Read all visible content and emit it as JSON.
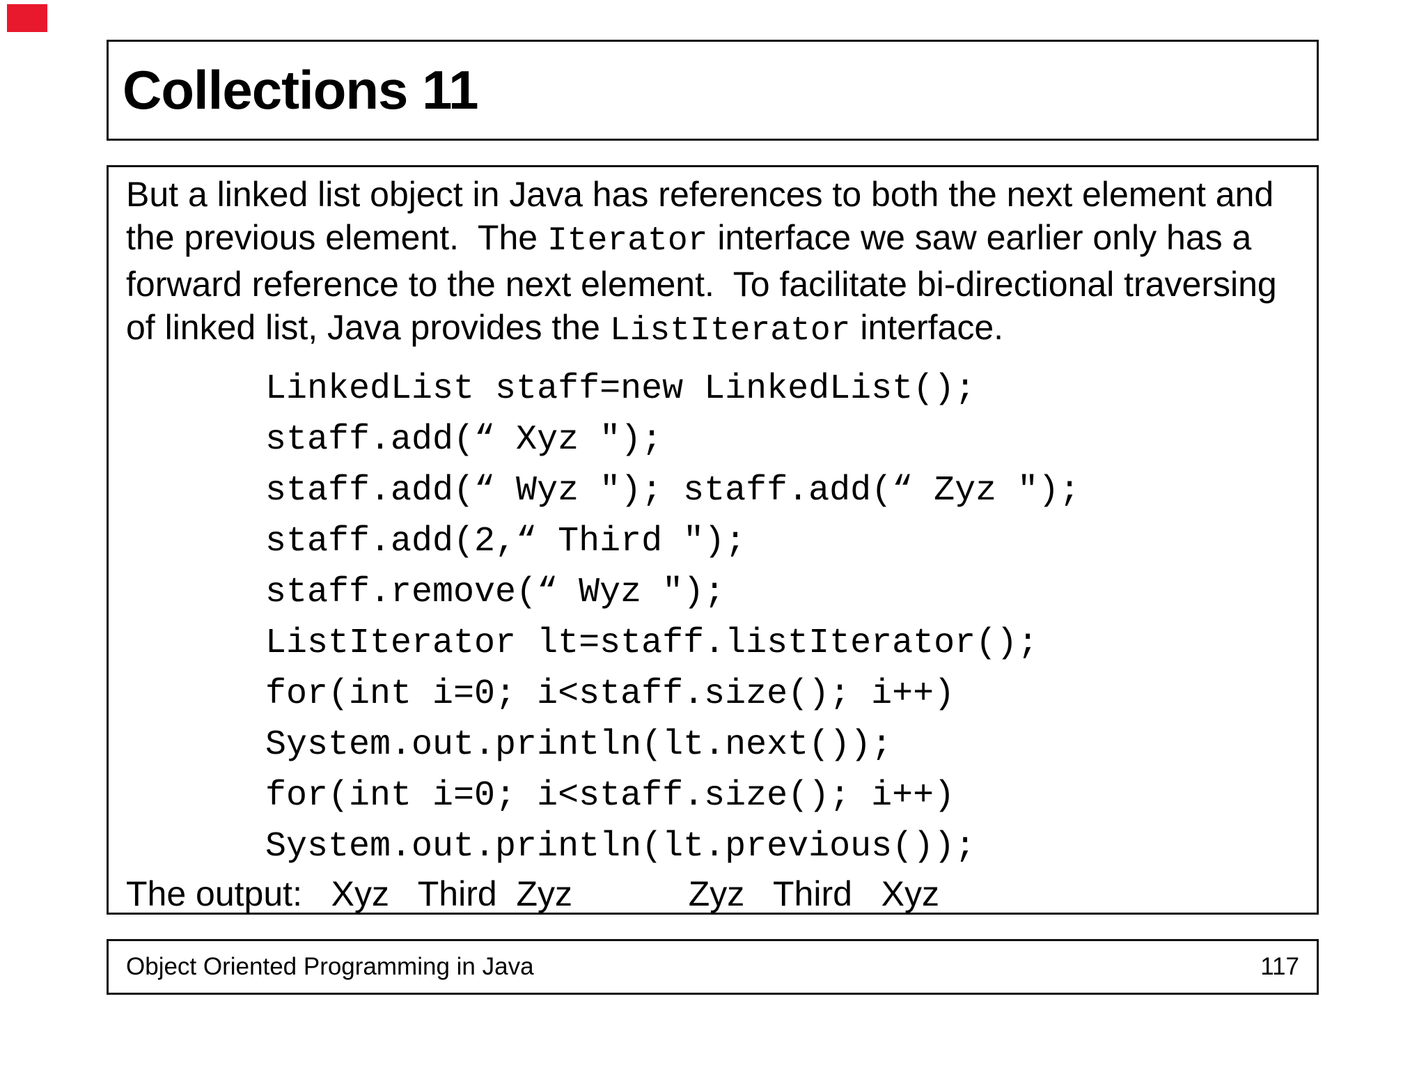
{
  "slide": {
    "background": "#ffffff",
    "border_color": "#111111",
    "marker_color": "#e8192c"
  },
  "title": {
    "text": "Collections 11"
  },
  "body": {
    "paragraph_lines": [
      [
        {
          "text": "But a linked list object in Java has references to both the next element and"
        }
      ],
      [
        {
          "text": "the previous element.  The "
        },
        {
          "text": "Iterator",
          "mono": true
        },
        {
          "text": " interface we saw earlier only has a"
        }
      ],
      [
        {
          "text": "forward reference to the next element.  To facilitate bi-directional traversing"
        }
      ],
      [
        {
          "text": "of linked list, Java provides the "
        },
        {
          "text": "ListIterator",
          "mono": true
        },
        {
          "text": " interface."
        }
      ]
    ],
    "code_lines": [
      "LinkedList staff=new LinkedList();",
      "staff.add(“ Xyz \");",
      "staff.add(“ Wyz \"); staff.add(“ Zyz \");",
      "staff.add(2,“ Third \");",
      "staff.remove(“ Wyz \");",
      "ListIterator lt=staff.listIterator();",
      "for(int i=0; i<staff.size(); i++)",
      "System.out.println(lt.next());",
      "for(int i=0; i<staff.size(); i++)",
      "System.out.println(lt.previous());"
    ],
    "output_line": "The output:   Xyz   Third  Zyz            Zyz   Third   Xyz"
  },
  "footer": {
    "left": "Object Oriented Programming in Java",
    "page_number": "117"
  }
}
